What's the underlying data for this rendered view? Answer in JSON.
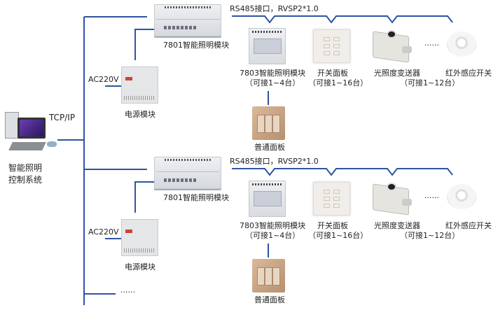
{
  "system": {
    "label_line1": "智能照明",
    "label_line2": "控制系统",
    "protocol": "TCP/IP",
    "more": "......"
  },
  "groups": [
    {
      "bus_label": "RS485接口，RVSP2*1.0",
      "main_module": "7801智能照明模块",
      "power_input": "AC220V",
      "power_module": "电源模块",
      "sub_module": "7803智能照明模块",
      "sub_module_note": "（可接1~4台）",
      "switch_panel": "开关面板",
      "switch_panel_note": "（可接1~16台）",
      "lux_sensor": "光照度变送器",
      "lux_sensor_note": "（可接1~12台）",
      "ellipsis": "......",
      "ir_switch": "红外感应开关",
      "plain_panel": "普通面板"
    },
    {
      "bus_label": "RS485接口，RVSP2*1.0",
      "main_module": "7801智能照明模块",
      "power_input": "AC220V",
      "power_module": "电源模块",
      "sub_module": "7803智能照明模块",
      "sub_module_note": "（可接1~4台）",
      "switch_panel": "开关面板",
      "switch_panel_note": "（可接1~16台）",
      "lux_sensor": "光照度变送器",
      "lux_sensor_note": "（可接1~12台）",
      "ellipsis": "......",
      "ir_switch": "红外感应开关",
      "plain_panel": "普通面板"
    }
  ],
  "colors": {
    "wire": "#2f54a0"
  }
}
